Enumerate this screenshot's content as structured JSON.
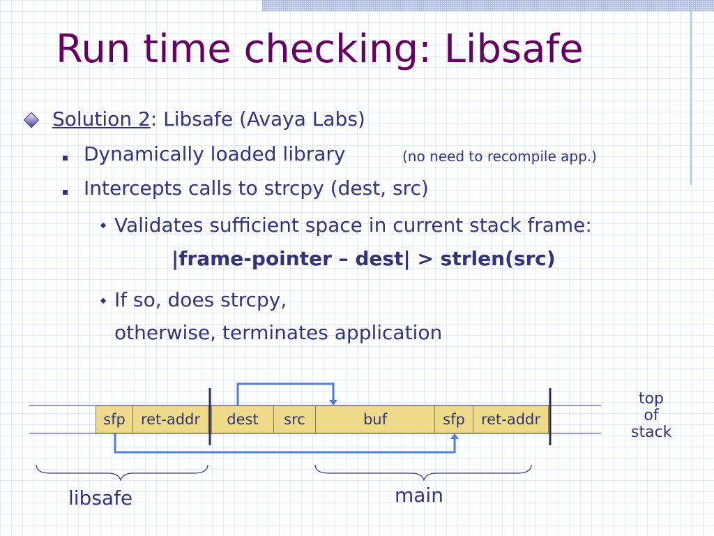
{
  "title": "Run time checking: Libsafe",
  "bullets": {
    "solution_label": "Solution 2",
    "solution_text": ":  Libsafe (Avaya Labs)",
    "dynamic": "Dynamically loaded library",
    "dynamic_note": "(no need to recompile app.)",
    "intercepts": "Intercepts calls to  strcpy (dest, src)",
    "validates": "Validates sufficient space in current stack frame:",
    "formula": "|frame-pointer – dest| > strlen(src)",
    "ifso": "If so, does strcpy,",
    "otherwise": "otherwise, terminates application"
  },
  "diagram": {
    "cells": [
      "sfp",
      "ret-addr",
      "dest",
      "src",
      "buf",
      "sfp",
      "ret-addr"
    ],
    "top_of_stack": [
      "top",
      "of",
      "stack"
    ],
    "libsafe_label": "libsafe",
    "main_label": "main"
  },
  "colors": {
    "title": "#66005e",
    "text": "#33337a",
    "cell_fill": "#eedb8a",
    "arrow": "#4f7fd6"
  }
}
